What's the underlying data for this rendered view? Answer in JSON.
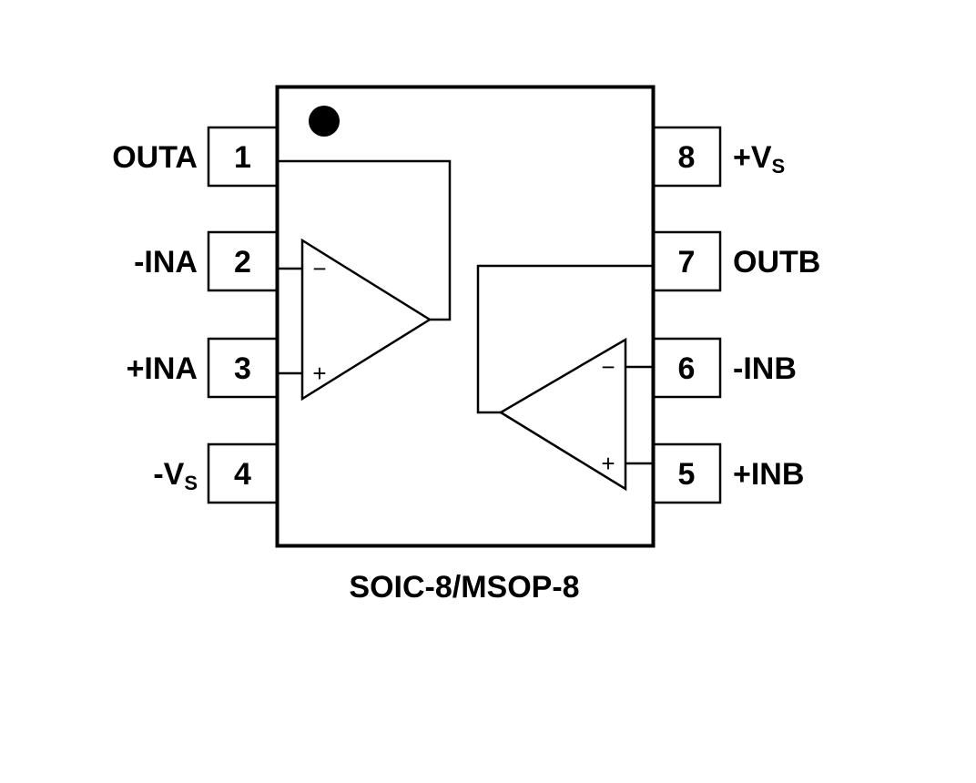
{
  "diagram": {
    "package_label": "SOIC-8/MSOP-8",
    "pin1_marker": "pin1-dot",
    "left_pins": [
      {
        "number": "1",
        "name": "OUTA",
        "sub": ""
      },
      {
        "number": "2",
        "name": "-INA",
        "sub": ""
      },
      {
        "number": "3",
        "name": "+INA",
        "sub": ""
      },
      {
        "number": "4",
        "name": "-V",
        "sub": "S"
      }
    ],
    "right_pins": [
      {
        "number": "8",
        "name": "+V",
        "sub": "S"
      },
      {
        "number": "7",
        "name": "OUTB",
        "sub": ""
      },
      {
        "number": "6",
        "name": "-INB",
        "sub": ""
      },
      {
        "number": "5",
        "name": "+INB",
        "sub": ""
      }
    ],
    "amplifiers": [
      {
        "name": "A",
        "inverting_sign": "−",
        "noninverting_sign": "+"
      },
      {
        "name": "B",
        "inverting_sign": "−",
        "noninverting_sign": "+"
      }
    ],
    "colors": {
      "stroke": "#000000",
      "background": "#ffffff"
    }
  }
}
